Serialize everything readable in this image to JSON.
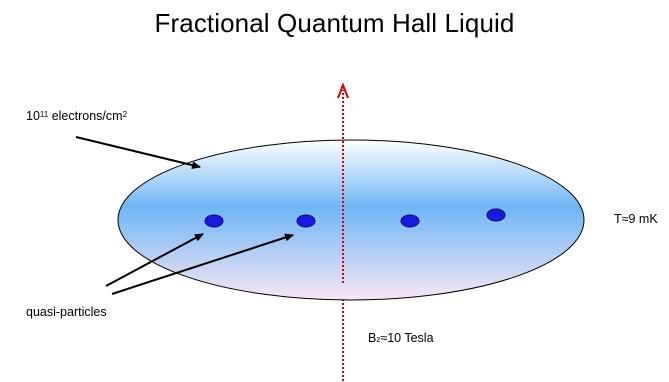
{
  "title": "Fractional Quantum Hall Liquid",
  "electrons_label": {
    "prefix": "10",
    "exponent": "11",
    "unit_text": " electrons/cm",
    "unit_exponent": "2"
  },
  "temperature_label": "T≈9 mK",
  "quasi_particles_label": "quasi-particles",
  "field_label": {
    "symbol": "B",
    "subscript": "z",
    "value_text": "≈10 Tesla"
  },
  "colors": {
    "liquid_top": "#ffffff",
    "liquid_band": "#6fb6f5",
    "liquid_bottom": "#f9e6f4",
    "particle_fill": "#1a1ae0",
    "particle_stroke": "#0b0b6b",
    "field_arrow": "#e00000",
    "outline": "#000000"
  },
  "quasi_particle_count": 4
}
